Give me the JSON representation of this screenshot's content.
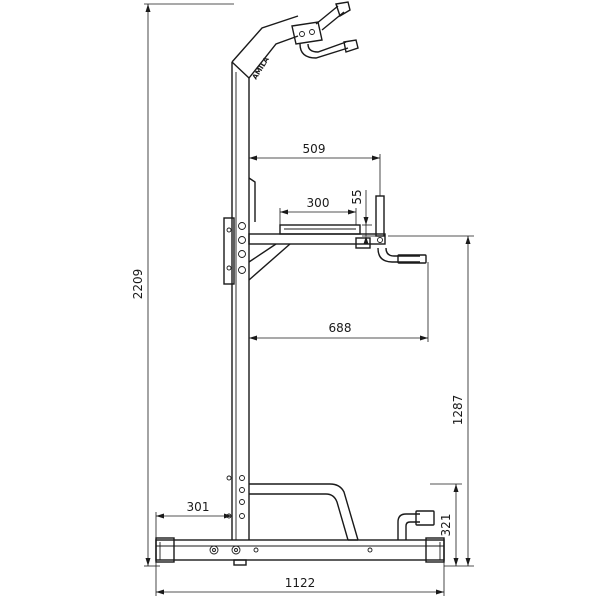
{
  "drawing": {
    "brand_mark": "AMILA",
    "dimensions": {
      "overall_height": "2209",
      "dip_reach": "509",
      "seat_width": "300",
      "handle_height": "55",
      "arm_reach": "688",
      "platform_height": "1287",
      "front_offset": "301",
      "base_height": "321",
      "base_length": "1122"
    }
  }
}
